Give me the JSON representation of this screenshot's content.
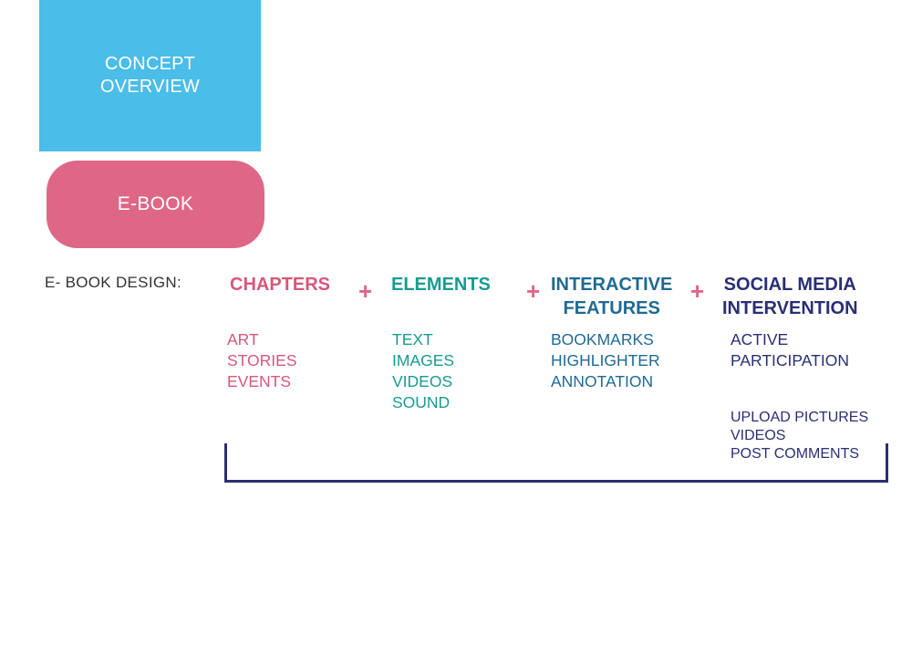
{
  "concept_box": {
    "line1": "CONCEPT",
    "line2": "OVERVIEW",
    "color": "#4abde8"
  },
  "ebook_pill": {
    "label": "E-BOOK",
    "color": "#de6787"
  },
  "design_label": "E- BOOK DESIGN:",
  "plus_sign": "+",
  "columns": [
    {
      "heading": [
        "CHAPTERS"
      ],
      "color": "#d6587b",
      "items": [
        "ART",
        "STORIES",
        "EVENTS"
      ]
    },
    {
      "heading": [
        "ELEMENTS"
      ],
      "color": "#1a9b8f",
      "items": [
        "TEXT",
        "IMAGES",
        "VIDEOS",
        "SOUND"
      ]
    },
    {
      "heading": [
        "INTERACTIVE",
        "FEATURES"
      ],
      "color": "#1f6a93",
      "items": [
        "BOOKMARKS",
        "HIGHLIGHTER",
        "ANNOTATION"
      ]
    },
    {
      "heading": [
        "SOCIAL MEDIA",
        "INTERVENTION"
      ],
      "color": "#2a2f75",
      "items": [
        "ACTIVE",
        "PARTICIPATION"
      ],
      "sub_items": [
        "UPLOAD PICTURES",
        "VIDEOS",
        "POST COMMENTS"
      ]
    }
  ],
  "bracket_color": "#2a2f75"
}
